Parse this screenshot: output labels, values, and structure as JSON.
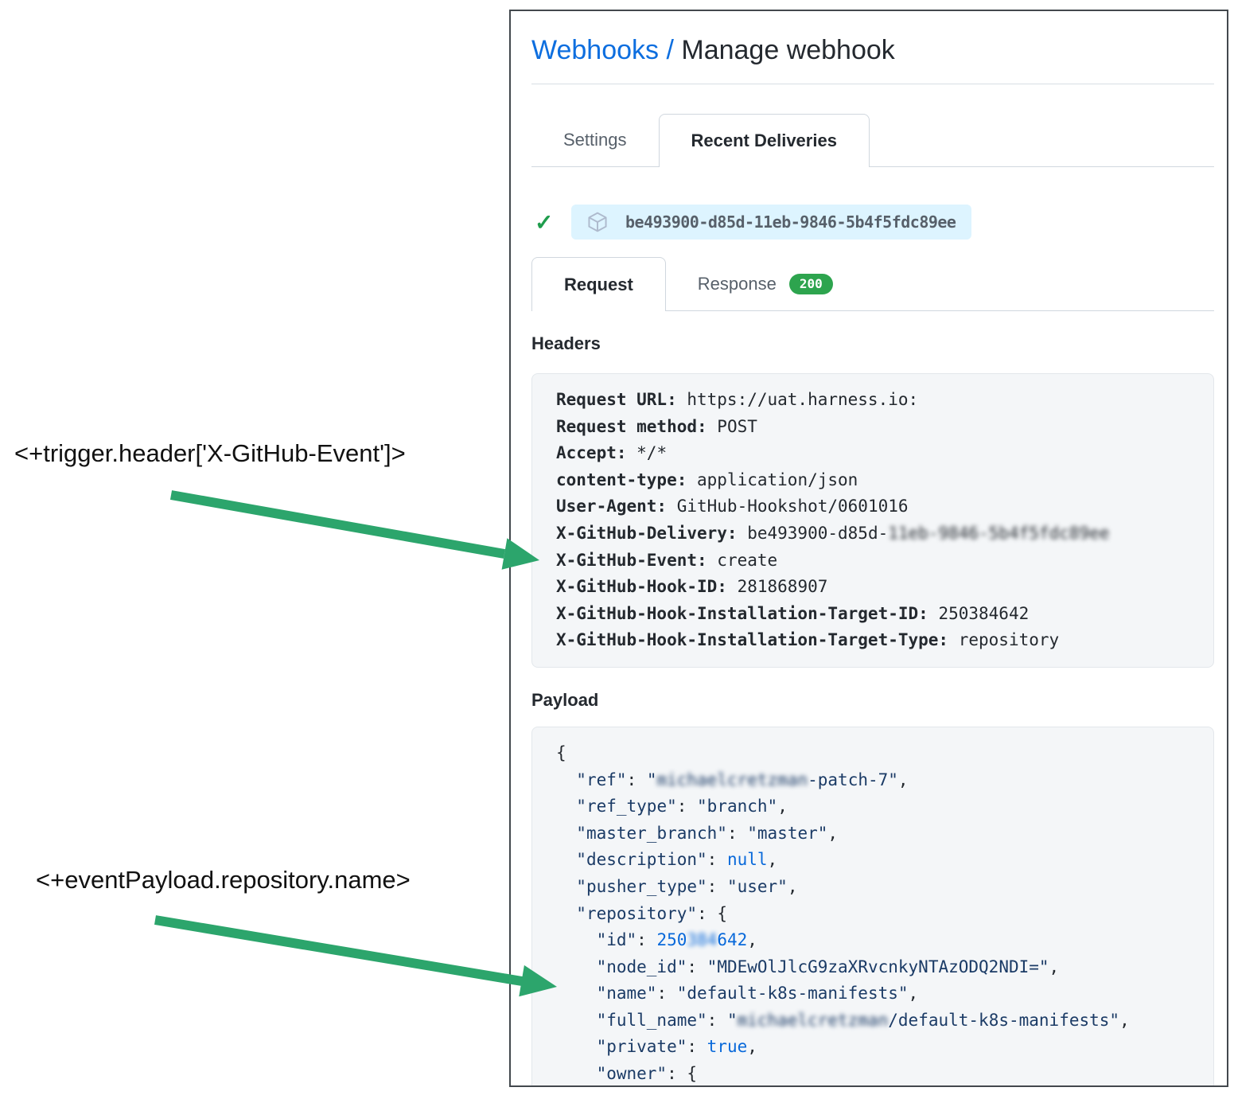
{
  "breadcrumb": {
    "link_text": "Webhooks / ",
    "current": "Manage webhook"
  },
  "tabs": {
    "settings": "Settings",
    "recent_deliveries": "Recent Deliveries"
  },
  "delivery": {
    "guid": "be493900-d85d-11eb-9846-5b4f5fdc89ee"
  },
  "subtabs": {
    "request": "Request",
    "response": "Response",
    "response_status": "200"
  },
  "headers_section": {
    "title": "Headers",
    "lines": [
      {
        "key": "Request URL:",
        "value": "https://uat.harness.io:"
      },
      {
        "key": "Request method:",
        "value": "POST"
      },
      {
        "key": "Accept:",
        "value": "*/*"
      },
      {
        "key": "content-type:",
        "value": "application/json"
      },
      {
        "key": "User-Agent:",
        "value": "GitHub-Hookshot/0601016"
      },
      {
        "key": "X-GitHub-Delivery:",
        "value": "be493900-d85d-",
        "blur": "11eb-9846-5b4f5fdc89ee"
      },
      {
        "key": "X-GitHub-Event:",
        "value": "create"
      },
      {
        "key": "X-GitHub-Hook-ID:",
        "value": "281868907"
      },
      {
        "key": "X-GitHub-Hook-Installation-Target-ID:",
        "value": "250384642"
      },
      {
        "key": "X-GitHub-Hook-Installation-Target-Type:",
        "value": "repository"
      }
    ]
  },
  "payload_section": {
    "title": "Payload",
    "lines": [
      [
        {
          "t": "{",
          "c": "pun"
        }
      ],
      [
        {
          "t": "  ",
          "c": "pun"
        },
        {
          "t": "\"ref\"",
          "c": "key"
        },
        {
          "t": ": ",
          "c": "pun"
        },
        {
          "t": "\"",
          "c": "str"
        },
        {
          "t": "michaelcretzman",
          "c": "str",
          "blur": true
        },
        {
          "t": "-patch-7\"",
          "c": "str"
        },
        {
          "t": ",",
          "c": "pun"
        }
      ],
      [
        {
          "t": "  ",
          "c": "pun"
        },
        {
          "t": "\"ref_type\"",
          "c": "key"
        },
        {
          "t": ": ",
          "c": "pun"
        },
        {
          "t": "\"branch\"",
          "c": "str"
        },
        {
          "t": ",",
          "c": "pun"
        }
      ],
      [
        {
          "t": "  ",
          "c": "pun"
        },
        {
          "t": "\"master_branch\"",
          "c": "key"
        },
        {
          "t": ": ",
          "c": "pun"
        },
        {
          "t": "\"master\"",
          "c": "str"
        },
        {
          "t": ",",
          "c": "pun"
        }
      ],
      [
        {
          "t": "  ",
          "c": "pun"
        },
        {
          "t": "\"description\"",
          "c": "key"
        },
        {
          "t": ": ",
          "c": "pun"
        },
        {
          "t": "null",
          "c": "const"
        },
        {
          "t": ",",
          "c": "pun"
        }
      ],
      [
        {
          "t": "  ",
          "c": "pun"
        },
        {
          "t": "\"pusher_type\"",
          "c": "key"
        },
        {
          "t": ": ",
          "c": "pun"
        },
        {
          "t": "\"user\"",
          "c": "str"
        },
        {
          "t": ",",
          "c": "pun"
        }
      ],
      [
        {
          "t": "  ",
          "c": "pun"
        },
        {
          "t": "\"repository\"",
          "c": "key"
        },
        {
          "t": ": ",
          "c": "pun"
        },
        {
          "t": "{",
          "c": "pun"
        }
      ],
      [
        {
          "t": "    ",
          "c": "pun"
        },
        {
          "t": "\"id\"",
          "c": "key"
        },
        {
          "t": ": ",
          "c": "pun"
        },
        {
          "t": "250",
          "c": "const"
        },
        {
          "t": "384",
          "c": "const",
          "blur": true
        },
        {
          "t": "642",
          "c": "const"
        },
        {
          "t": ",",
          "c": "pun"
        }
      ],
      [
        {
          "t": "    ",
          "c": "pun"
        },
        {
          "t": "\"node_id\"",
          "c": "key"
        },
        {
          "t": ": ",
          "c": "pun"
        },
        {
          "t": "\"MDEwOlJlcG9zaXRvcnkyNTAzODQ2NDI=\"",
          "c": "str"
        },
        {
          "t": ",",
          "c": "pun"
        }
      ],
      [
        {
          "t": "    ",
          "c": "pun"
        },
        {
          "t": "\"name\"",
          "c": "key"
        },
        {
          "t": ": ",
          "c": "pun"
        },
        {
          "t": "\"default-k8s-manifests\"",
          "c": "str"
        },
        {
          "t": ",",
          "c": "pun"
        }
      ],
      [
        {
          "t": "    ",
          "c": "pun"
        },
        {
          "t": "\"full_name\"",
          "c": "key"
        },
        {
          "t": ": ",
          "c": "pun"
        },
        {
          "t": "\"",
          "c": "str"
        },
        {
          "t": "michaelcretzman",
          "c": "str",
          "blur": true
        },
        {
          "t": "/default-k8s-manifests\"",
          "c": "str"
        },
        {
          "t": ",",
          "c": "pun"
        }
      ],
      [
        {
          "t": "    ",
          "c": "pun"
        },
        {
          "t": "\"private\"",
          "c": "key"
        },
        {
          "t": ": ",
          "c": "pun"
        },
        {
          "t": "true",
          "c": "const"
        },
        {
          "t": ",",
          "c": "pun"
        }
      ],
      [
        {
          "t": "    ",
          "c": "pun"
        },
        {
          "t": "\"owner\"",
          "c": "key"
        },
        {
          "t": ": ",
          "c": "pun"
        },
        {
          "t": "{",
          "c": "pun"
        }
      ]
    ]
  },
  "annotations": [
    {
      "text": "<+trigger.header['X-GitHub-Event']>"
    },
    {
      "text": "<+eventPayload.repository.name>"
    }
  ],
  "colors": {
    "link_blue": "#0d6edf",
    "badge_green": "#2da44e",
    "check_green": "#1f9d4d",
    "arrow_green": "#2ca56c",
    "pill_bg": "#ddf4ff",
    "json_key": "#1b3b66",
    "json_const": "#0969da"
  }
}
